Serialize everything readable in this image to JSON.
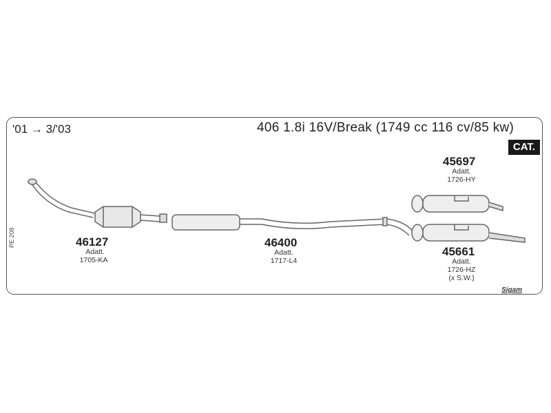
{
  "header": {
    "years": "'01 → 3/'03",
    "model": "406 1.8i 16V/Break (1749 cc 116 cv/85 kw)",
    "cat_badge": "CAT."
  },
  "parts": [
    {
      "number": "46127",
      "label": "Adatt.",
      "code": "1705-KA",
      "extra": ""
    },
    {
      "number": "46400",
      "label": "Adatt.",
      "code": "1717-L4",
      "extra": ""
    },
    {
      "number": "45697",
      "label": "Adatt.",
      "code": "1726-HY",
      "extra": ""
    },
    {
      "number": "45661",
      "label": "Adatt.",
      "code": "1726-HZ",
      "extra": "(x S.W.)"
    }
  ],
  "side_ref": "PE 208",
  "brand": "Sigam"
}
